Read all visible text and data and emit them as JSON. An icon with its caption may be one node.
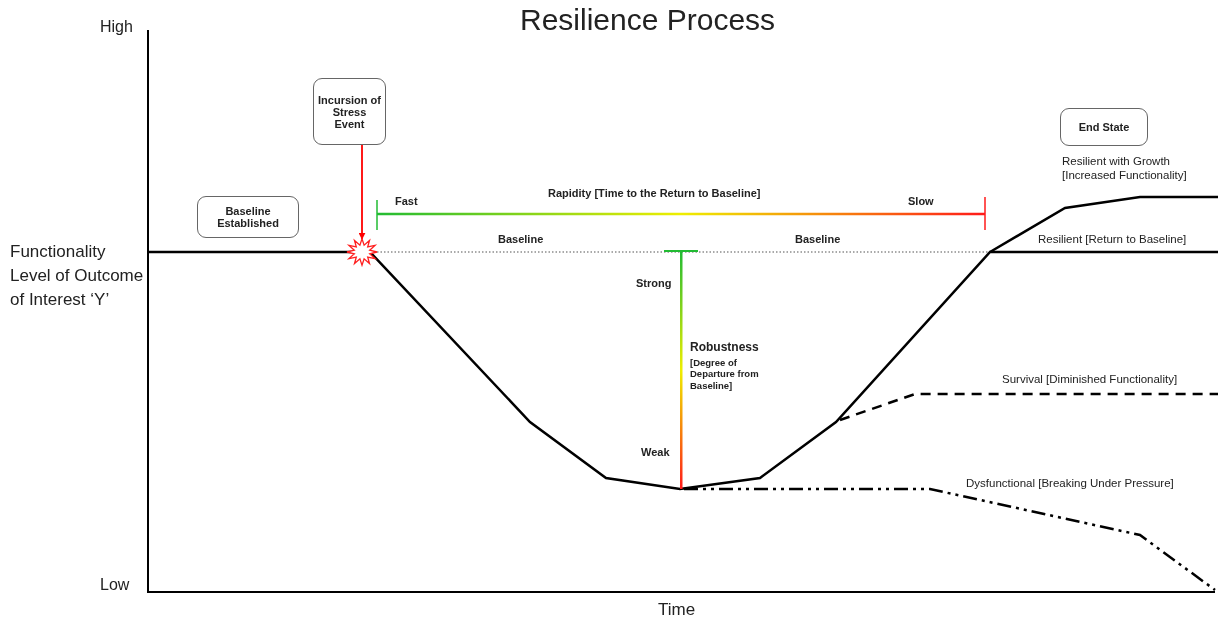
{
  "diagram": {
    "title": "Resilience Process",
    "nodes": [
      {
        "text": [
          "Incursion of Stress Event"
        ]
      },
      {
        "text": [
          "End State"
        ]
      },
      {
        "text": [
          "Baseline Established"
        ]
      },
      {
        "text": [],
        "shape": "star"
      }
    ],
    "edges": [
      {
        "from": 0,
        "to": 3,
        "arrow": "to",
        "color": "#ff0000"
      }
    ],
    "labels": [
      "High",
      "Fast",
      "Rapidity [Time to the Return to Baseline]",
      "Slow",
      "Resilient with Growth [Increased Functionality]",
      "Functionality Level of Outcome of Interest ‘Y’",
      "Baseline",
      "Baseline",
      "Resilient [Return to Baseline]",
      "Strong",
      "Robustness",
      "[Degree of Departure from Baseline]",
      "Survival [Diminished Functionality]",
      "Weak",
      "Dysfunctional [Breaking Under Pressure]",
      "Low",
      "Time"
    ]
  }
}
